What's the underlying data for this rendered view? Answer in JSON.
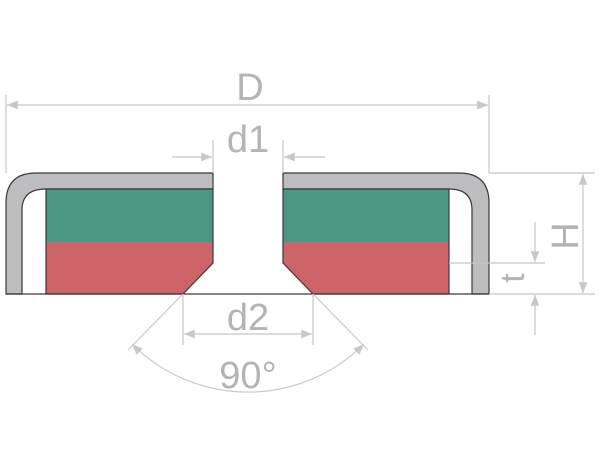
{
  "labels": {
    "D": "D",
    "d1": "d1",
    "d2": "d2",
    "H": "H",
    "t": "t",
    "angle": "90°"
  },
  "colors": {
    "cup": "#bdbcbe",
    "magnet_top": "#4c9684",
    "magnet_bottom": "#cd6467",
    "outline": "#3a3a3a",
    "dimension": "#c8c8c8",
    "label": "#b4b4b4"
  }
}
